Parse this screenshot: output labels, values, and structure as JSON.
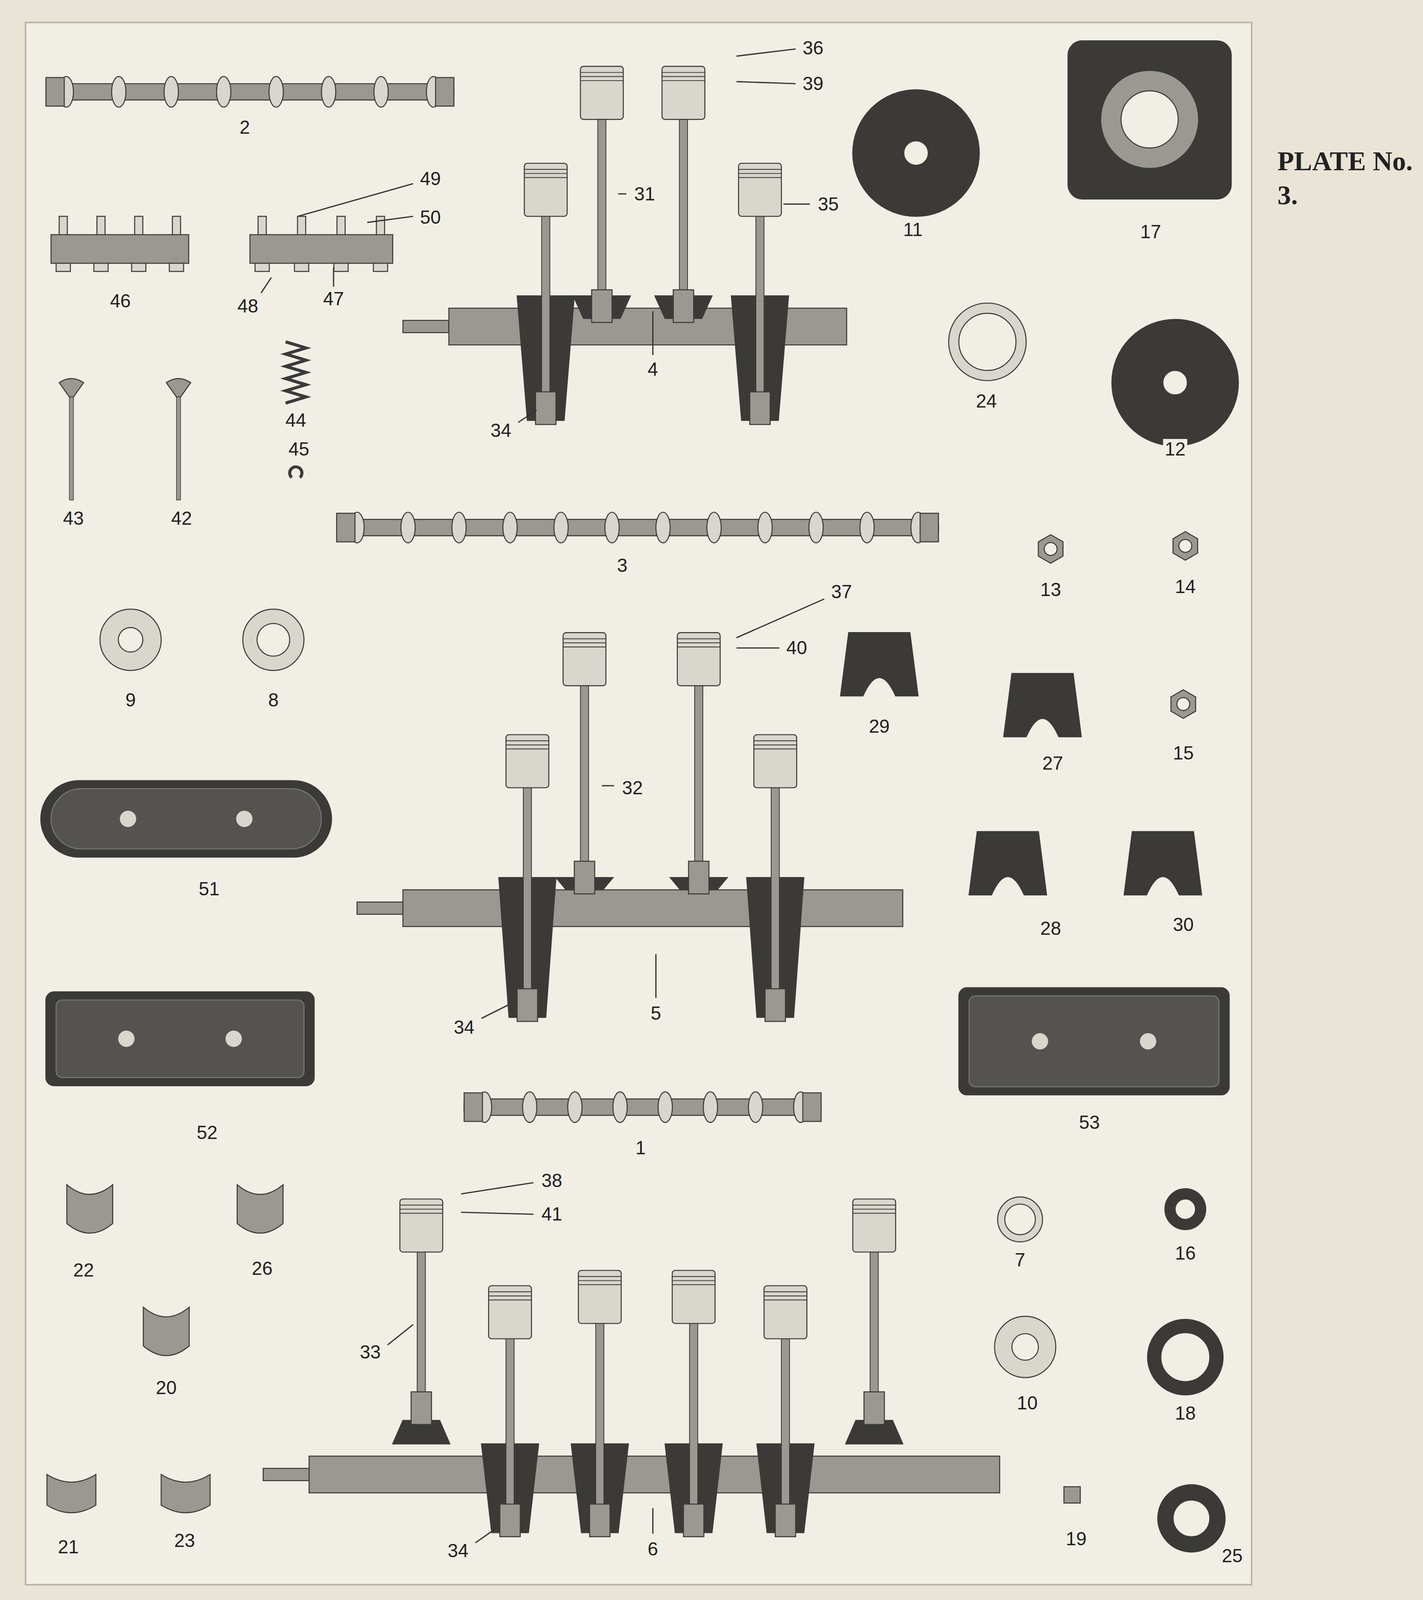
{
  "diagram": {
    "title": "PLATE No. 3.",
    "labels": [
      "2",
      "36",
      "39",
      "31",
      "35",
      "11",
      "17",
      "49",
      "50",
      "46",
      "48",
      "47",
      "4",
      "24",
      "12",
      "44",
      "43",
      "42",
      "45",
      "34",
      "3",
      "13",
      "14",
      "9",
      "8",
      "37",
      "40",
      "29",
      "27",
      "15",
      "32",
      "51",
      "28",
      "30",
      "5",
      "34",
      "52",
      "53",
      "1",
      "38",
      "41",
      "22",
      "26",
      "7",
      "16",
      "33",
      "20",
      "10",
      "18",
      "21",
      "23",
      "34",
      "6",
      "19",
      "25"
    ]
  }
}
